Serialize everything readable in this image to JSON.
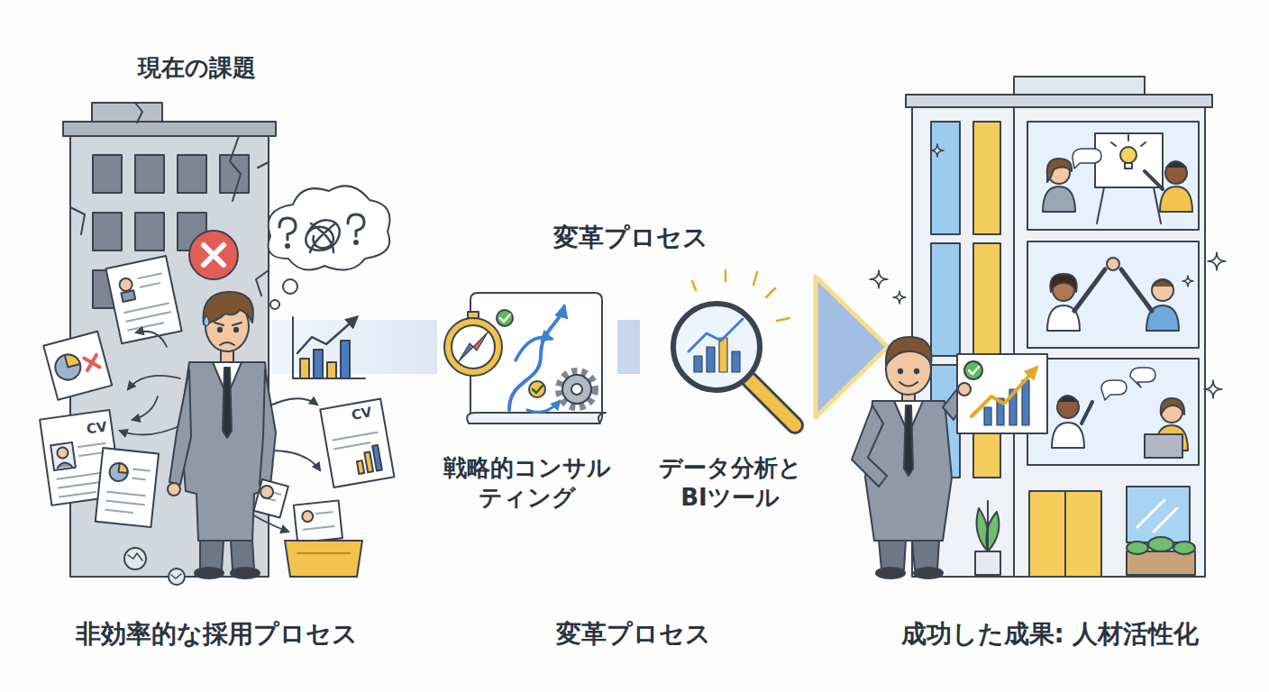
{
  "diagram": {
    "nodes": [
      {
        "text": [
          "現在の課題",
          "非効率的な採用プロセス"
        ]
      },
      {
        "text": [
          "変革プロセス",
          "変革プロセス"
        ]
      },
      {
        "text": [
          "戦略的コンサルティング"
        ],
        "in": 1
      },
      {
        "text": [
          "データ分析と BIツール"
        ],
        "in": 1
      },
      {
        "text": [
          "成功した成果: 人材活性化"
        ]
      }
    ],
    "edges": [
      {
        "from": 0,
        "to": 2,
        "arrow": "none"
      },
      {
        "from": 2,
        "to": 3,
        "arrow": "none"
      },
      {
        "from": 3,
        "to": 4,
        "arrow": "to"
      }
    ],
    "labels": [
      "CV",
      "CV"
    ]
  }
}
